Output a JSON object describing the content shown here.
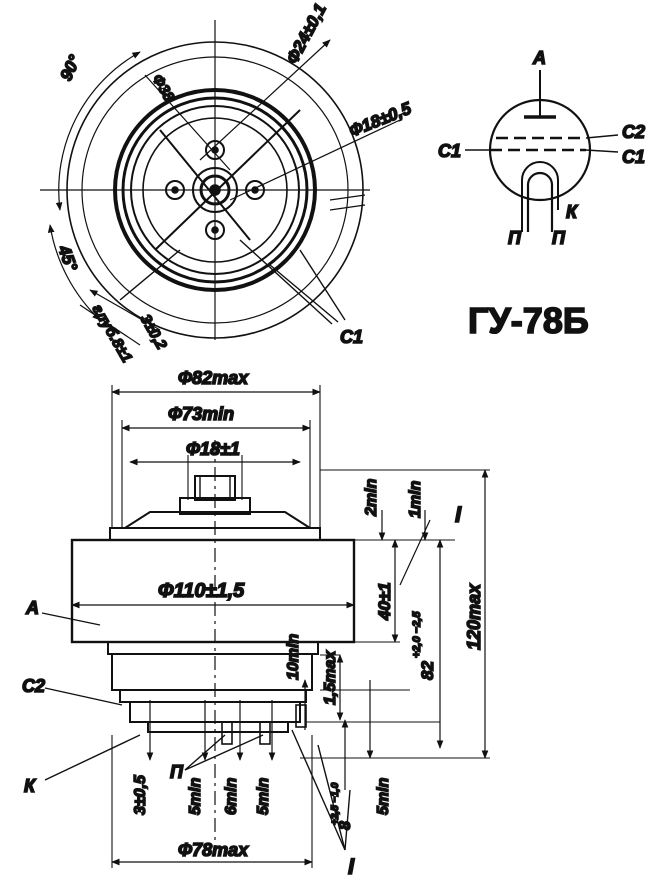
{
  "title": "ГУ-78Б",
  "top_view": {
    "angle_90": "90°",
    "angle_45": "45°",
    "dia_38": "Ф38",
    "dia_24": "Ф24±0,1",
    "dia_18": "Ф18±0,5",
    "depth": "глуб.8±1",
    "dim_3": "3±0,2",
    "grid_label": "С1"
  },
  "symbol": {
    "anode": "А",
    "c1_left": "С1",
    "c2": "С2",
    "c1_right": "С1",
    "cathode": "К",
    "heater_left": "П",
    "heater_right": "П"
  },
  "side_view": {
    "dia_82": "Ф82max",
    "dia_73": "Ф73min",
    "dia_18": "Ф18±1",
    "dia_110": "Ф110±1,5",
    "dia_78": "Ф78max",
    "h_2min": "2min",
    "h_1min": "1min",
    "h_40": "40±1",
    "h_82": "82",
    "h_82_tol": "+2,0 −2,5",
    "h_120": "120max",
    "h_10min": "10min",
    "h_1_5max": "1,5max",
    "h_3": "3±0,5",
    "h_5min_a": "5min",
    "h_6min": "6min",
    "h_5min_b": "5min",
    "h_8": "8",
    "h_8_tol": "+2,5 −1,0",
    "h_5min_c": "5min",
    "label_anode": "А",
    "label_c2": "С2",
    "label_k": "К",
    "label_p": "П",
    "label_I_top": "I",
    "label_I_bottom": "I"
  }
}
